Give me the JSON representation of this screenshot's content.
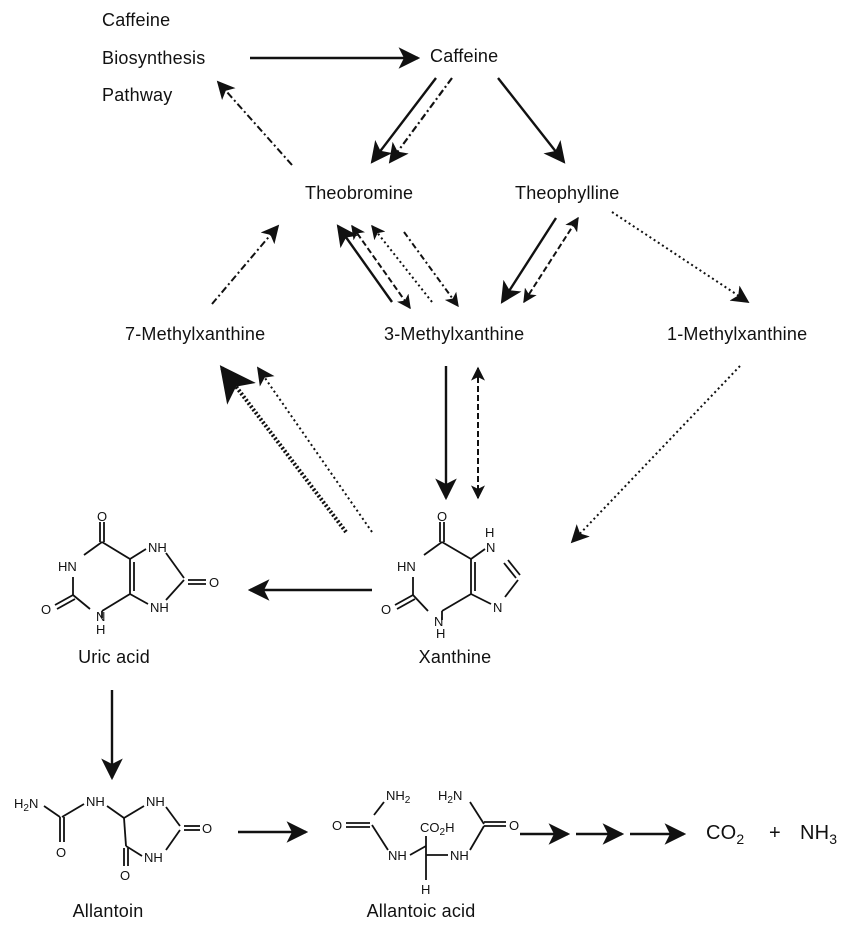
{
  "pathway_label": {
    "line1": "Caffeine",
    "line2": "Biosynthesis",
    "line3": "Pathway"
  },
  "nodes": {
    "caffeine": "Caffeine",
    "theobromine": "Theobromine",
    "theophylline": "Theophylline",
    "methylxanthine7": "7-Methylxanthine",
    "methylxanthine3": "3-Methylxanthine",
    "methylxanthine1": "1-Methylxanthine",
    "xanthine": "Xanthine",
    "uric_acid": "Uric acid",
    "allantoin": "Allantoin",
    "allantoic_acid": "Allantoic acid",
    "co2": "CO",
    "co2_sub": "2",
    "plus": "+",
    "nh3": "NH",
    "nh3_sub": "3"
  },
  "atoms": {
    "O": "O",
    "HN": "HN",
    "NH": "NH",
    "N": "N",
    "H": "H",
    "H2N": "H",
    "H2N_sub": "2",
    "H2N_N": "N",
    "NH2": "NH",
    "NH2_sub": "2",
    "CO2H": "CO",
    "CO2H_sub": "2",
    "CO2H_H": "H"
  }
}
